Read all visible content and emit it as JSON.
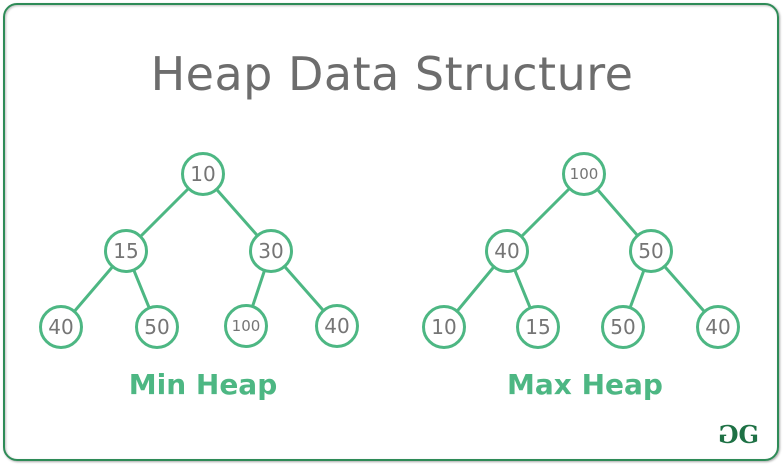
{
  "title": "Heap Data Structure",
  "trees": [
    {
      "label": "Min Heap",
      "nodes": [
        "10",
        "15",
        "30",
        "40",
        "50",
        "100",
        "40"
      ],
      "edges": [
        [
          0,
          1
        ],
        [
          0,
          2
        ],
        [
          1,
          3
        ],
        [
          1,
          4
        ],
        [
          2,
          5
        ],
        [
          2,
          6
        ]
      ]
    },
    {
      "label": "Max Heap",
      "nodes": [
        "100",
        "40",
        "50",
        "10",
        "15",
        "50",
        "40"
      ],
      "edges": [
        [
          0,
          1
        ],
        [
          0,
          2
        ],
        [
          1,
          3
        ],
        [
          1,
          4
        ],
        [
          2,
          5
        ],
        [
          2,
          6
        ]
      ]
    }
  ],
  "logo": {
    "first": "G",
    "second": "G"
  },
  "colors": {
    "accent_green": "#4db783",
    "border_green": "#2e8b57",
    "title_gray": "#6d6d6d",
    "node_text_gray": "#757575",
    "logo_green": "#1e7145"
  }
}
